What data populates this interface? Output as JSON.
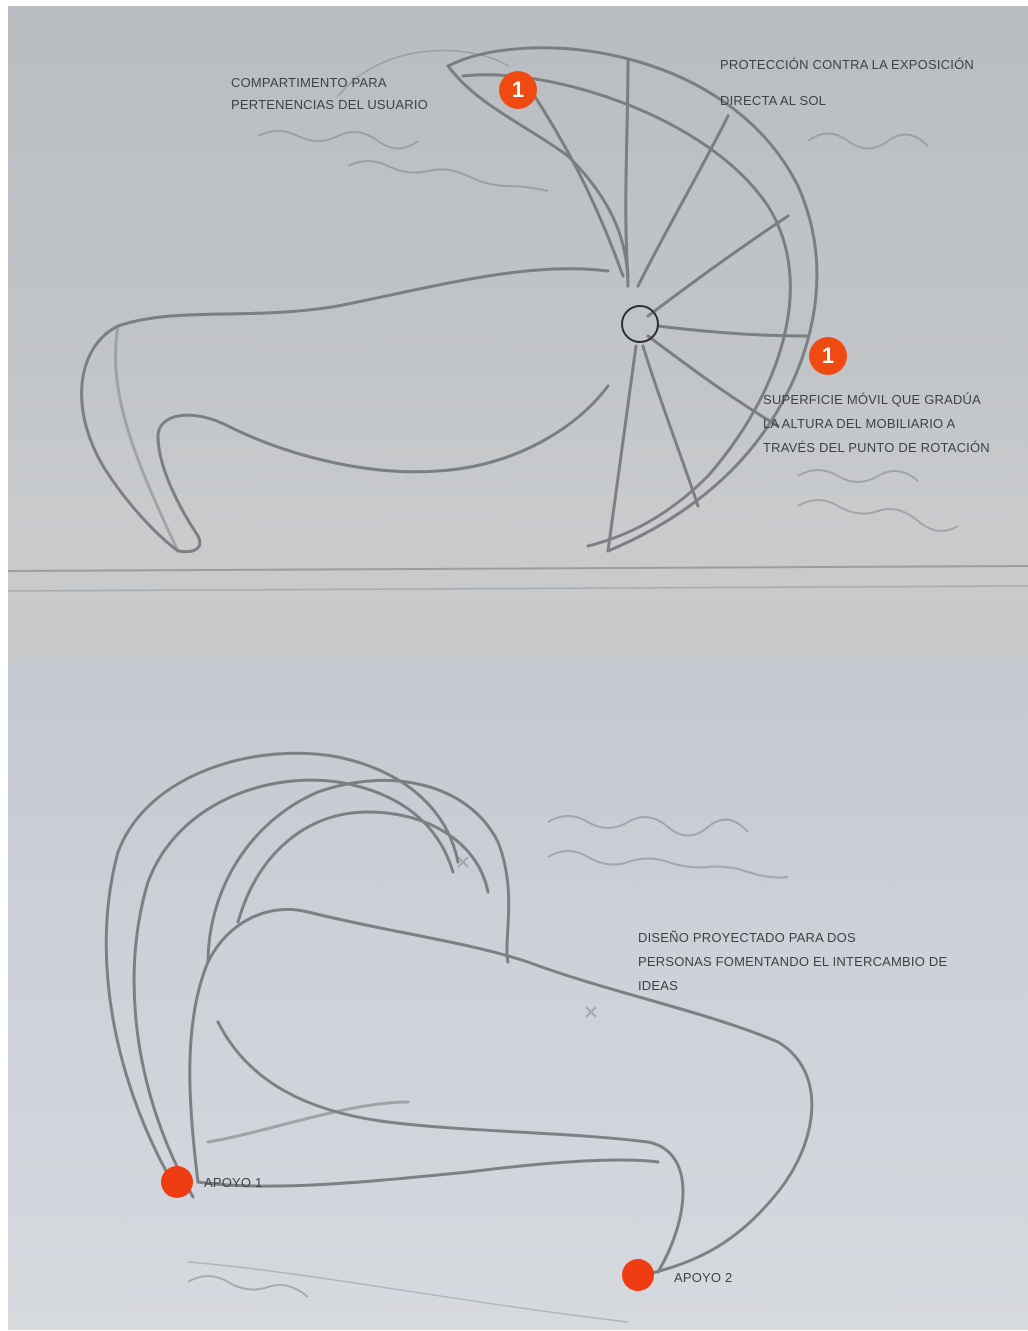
{
  "top_sketch": {
    "labels": {
      "compartment": "COMPARTIMENTO PARA",
      "compartment_line2": "PERTENENCIAS DEL USUARIO",
      "sun_protection": "PROTECCIÓN CONTRA LA EXPOSICIÓN",
      "sun_protection_line2": "DIRECTA AL SOL",
      "mobile_surface": "SUPERFICIE MÓVIL QUE GRADÚA",
      "mobile_surface_line2": "LA ALTURA DEL MOBILIARIO A",
      "mobile_surface_line3": "TRAVÉS DEL PUNTO DE ROTACIÓN"
    },
    "badges": [
      "1",
      "1"
    ]
  },
  "bottom_sketch": {
    "labels": {
      "design": "DISEÑO PROYECTADO PARA DOS",
      "design_line2": "PERSONAS FOMENTANDO EL INTERCAMBIO DE",
      "design_line3": "IDEAS",
      "support_1": "APOYO 1",
      "support_2": "APOYO 2"
    }
  },
  "colors": {
    "accent": "#ef4a12",
    "pencil": "#6f7275",
    "text": "#3f4244"
  }
}
